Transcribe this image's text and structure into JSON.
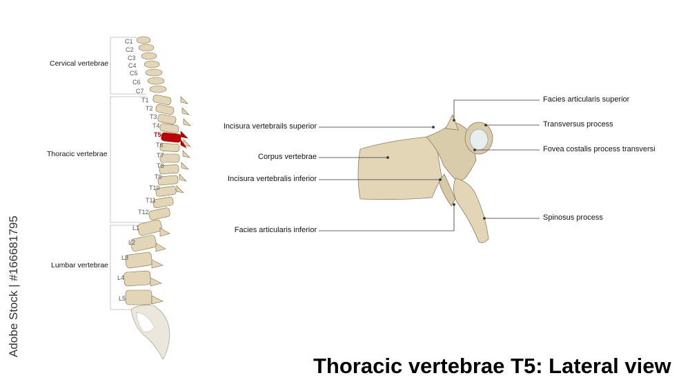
{
  "title": "Thoracic vertebrae T5: Lateral view",
  "watermark": "Adobe Stock | #166681795",
  "highlight_color": "#c00000",
  "bone_color": "#e2d6b6",
  "groups": {
    "cervical": "Cervical vertebrae",
    "thoracic": "Thoracic vertebrae",
    "lumbar": "Lumbar vertebrae"
  },
  "vertebrae": {
    "c1": "C1",
    "c2": "C2",
    "c3": "C3",
    "c4": "C4",
    "c5": "C5",
    "c6": "C6",
    "c7": "C7",
    "t1": "T1",
    "t2": "T2",
    "t3": "T3",
    "t4": "T4",
    "t5": "T5",
    "t6": "T6",
    "t7": "T7",
    "t8": "T8",
    "t9": "T9",
    "t10": "T10",
    "t11": "T11",
    "t12": "T12",
    "l1": "L1",
    "l2": "L2",
    "l3": "L3",
    "l4": "L4",
    "l5": "L5"
  },
  "labels": {
    "incisura_superior": "Incisura vertebrails superior",
    "corpus": "Corpus vertebrae",
    "incisura_inferior": "Incisura vertebralis inferior",
    "facies_inferior": "Facies articularis inferior",
    "facies_superior": "Facies articularis superior",
    "transversus": "Transversus process",
    "fovea": "Fovea costalis process transversi",
    "spinosus": "Spinosus process"
  }
}
